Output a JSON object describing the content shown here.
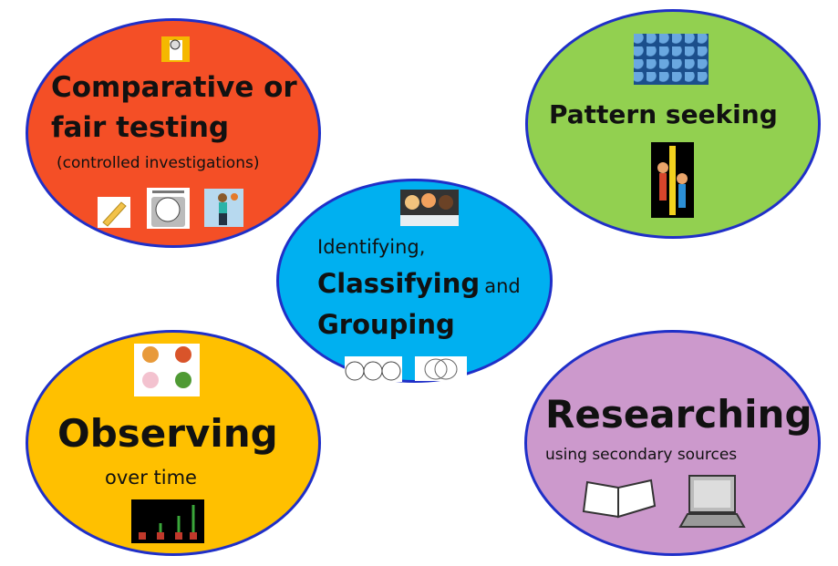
{
  "colors": {
    "comparative": "#F44F26",
    "pattern": "#92D050",
    "identifying": "#00B0F0",
    "observing": "#FFC000",
    "researching": "#CC99CC",
    "border": "#1F2FC8"
  },
  "comparative": {
    "title_line1": "Comparative or",
    "title_line2": "fair testing",
    "subtitle": "(controlled investigations)"
  },
  "pattern": {
    "title": "Pattern seeking"
  },
  "identifying": {
    "line1": "Identifying,",
    "line2_bold": "Classifying",
    "line2_rest": "and",
    "line3": "Grouping"
  },
  "observing": {
    "title": "Observing",
    "subtitle": "over time"
  },
  "researching": {
    "title": "Researching",
    "subtitle": "using secondary sources"
  }
}
